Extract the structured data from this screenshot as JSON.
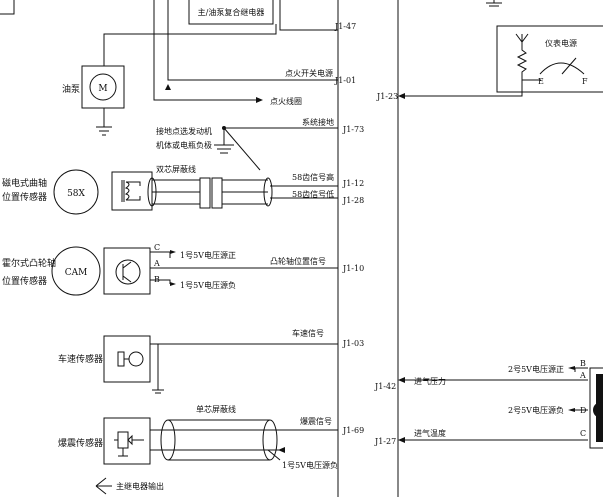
{
  "relay_top": "主/油泵复合继电器",
  "pins": {
    "j1_47": "J1-47",
    "j1_01": "J1-01",
    "j1_73": "J1-73",
    "j1_12": "J1-12",
    "j1_28": "J1-28",
    "j1_10": "J1-10",
    "j1_03": "J1-03",
    "j1_69": "J1-69",
    "j1_23": "J1-23",
    "j1_42": "J1-42",
    "j1_27": "J1-27"
  },
  "left_labels": {
    "fuel_pump": "油泵",
    "crank_sensor_1": "磁电式曲轴",
    "crank_sensor_2": "位置传感器",
    "cam_sensor_1": "霍尔式凸轮轴",
    "cam_sensor_2": "位置传感器",
    "speed_sensor": "车速传感器",
    "knock_sensor": "爆震传感器"
  },
  "component_labels": {
    "motor": "M",
    "crank": "58X",
    "cam": "CAM"
  },
  "signals": {
    "ignition_power": "点火开关电源",
    "ignition_coil": "点火线圈",
    "ground_note_1": "接地点选发动机",
    "ground_note_2": "机体或电瓶负极",
    "system_ground": "系统接地",
    "twin_shield": "双芯屏蔽线",
    "signal_58x_high": "58齿信号高",
    "signal_58x_low": "58齿信号低",
    "cam_signal": "凸轮轴位置信号",
    "cam_pin_c": "C",
    "cam_pin_a": "A",
    "cam_pin_b": "B",
    "v5_1_pos": "1号5V电压源正",
    "v5_1_neg": "1号5V电压源负",
    "speed_signal": "车速信号",
    "single_shield": "单芯屏蔽线",
    "knock_signal": "爆震信号",
    "knock_v5_neg": "1号5V电压源负",
    "main_relay_out": "主继电器输出"
  },
  "right_side": {
    "instrument_power": "仪表电源",
    "gauge_e": "E",
    "gauge_f": "F",
    "map_pressure": "进气压力",
    "intake_temp": "进气温度",
    "v5_2_pos": "2号5V电压源正",
    "v5_2_neg": "2号5V电压源负",
    "pin_b": "B",
    "pin_a": "A",
    "pin_d": "D",
    "pin_c": "C"
  }
}
